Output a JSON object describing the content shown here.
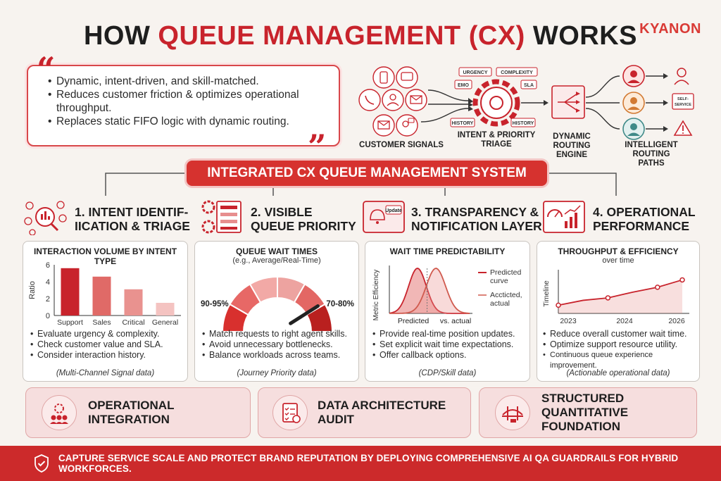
{
  "header": {
    "title_pre": "HOW ",
    "title_accent": "QUEUE MANAGEMENT (CX)",
    "title_post": " WORKS",
    "logo": "KYANON"
  },
  "intro": {
    "bullets": [
      "Dynamic, intent-driven, and skill-matched.",
      "Reduces customer friction & optimizes operational throughput.",
      "Replaces static FIFO logic with dynamic routing."
    ]
  },
  "process": {
    "signals_label": "CUSTOMER SIGNALS",
    "triage_label": "INTENT & PRIORITY TRIAGE",
    "routing_label": "DYNAMIC ROUTING ENGINE",
    "paths_label": "INTELLIGENT ROUTING PATHS",
    "tags": [
      "URGENCY",
      "COMPLEXITY",
      "EMO",
      "SLA",
      "HISTORY",
      "HISTORY"
    ],
    "self_service": "SELF-SERVICE"
  },
  "banner": "INTEGRATED CX QUEUE MANAGEMENT SYSTEM",
  "columns": [
    {
      "heading_1": "1. INTENT IDENTIF-",
      "heading_2": "IICATION & TRIAGE",
      "panel_title": "INTERACTION VOLUME BY INTENT TYPE",
      "bullets": [
        "Evaluate urgency & complexity.",
        "Check customer value and SLA.",
        "Consider interaction history."
      ],
      "footnote": "(Multi-Channel Signal data)"
    },
    {
      "heading_1": "2. VISIBLE",
      "heading_2": "QUEUE PRIORITY",
      "panel_title": "QUEUE WAIT TIMES",
      "panel_subtitle": "(e.g., Average/Real-Time)",
      "left_label": "90-95%",
      "right_label": "70-80%",
      "bullets": [
        "Match requests to right agent skills.",
        "Avoid unnecessary bottlenecks.",
        "Balance workloads across teams."
      ],
      "footnote": "(Journey Priority data)"
    },
    {
      "heading_1": "3. TRANSPARENCY &",
      "heading_2": "NOTIFICATION LAYER",
      "icon_text": "Update",
      "panel_title": "WAIT TIME PREDICTABILITY",
      "bullets": [
        "Provide real-time position updates.",
        "Set explicit wait time expectations.",
        "Offer callback options."
      ],
      "footnote": "(CDP/Skill data)"
    },
    {
      "heading_1": "4. OPERATIONAL",
      "heading_2": "PERFORMANCE",
      "panel_title": "THROUGHPUT & EFFICIENCY",
      "panel_subtitle": "over time",
      "bullets": [
        "Reduce overall customer wait time.",
        "Optimize support resource utility.",
        "Continuous queue experience improvement."
      ],
      "footnote": "(Actionable operational data)"
    }
  ],
  "bottom": [
    {
      "label": "OPERATIONAL INTEGRATION"
    },
    {
      "label": "DATA ARCHITECTURE AUDIT"
    },
    {
      "label": "STRUCTURED QUANTITATIVE FOUNDATION"
    }
  ],
  "footer": "CAPTURE SERVICE SCALE AND PROTECT BRAND REPUTATION BY DEPLOYING COMPREHENSIVE AI QA GUARDRAILS FOR HYBRID WORKFORCES.",
  "colors": {
    "accent": "#c8232c",
    "banner": "#d6322f",
    "panel_border": "#c9c4bf",
    "bottom_fill": "#f6dede"
  },
  "chart_data": [
    {
      "type": "bar",
      "title": "INTERACTION VOLUME BY INTENT TYPE",
      "categories": [
        "Support",
        "Sales",
        "Critical",
        "General"
      ],
      "values": [
        5.6,
        4.6,
        3.1,
        1.5
      ],
      "ylabel": "Ratio",
      "ylim": [
        0,
        6
      ],
      "yticks": [
        0,
        2,
        4,
        6
      ]
    },
    {
      "type": "gauge",
      "title": "QUEUE WAIT TIMES",
      "subtitle": "(e.g., Average/Real-Time)",
      "segments": 6,
      "needle_fraction": 0.82,
      "labels": [
        "90-95%",
        "70-80%"
      ]
    },
    {
      "type": "area",
      "title": "WAIT TIME PREDICTABILITY",
      "ylabel": "Metric Efficiency",
      "xlabels": [
        "Predicted",
        "vs. actual"
      ],
      "series": [
        {
          "name": "Predicted curve",
          "peak": 0.35,
          "width": 0.22
        },
        {
          "name": "Accticted, actual",
          "peak": 0.58,
          "width": 0.24
        }
      ]
    },
    {
      "type": "line",
      "title": "THROUGHPUT & EFFICIENCY",
      "subtitle": "over time",
      "ylabel": "Timeline",
      "xticks": [
        "2023",
        "2024",
        "2026"
      ],
      "x": [
        0,
        1,
        2,
        3,
        4,
        5
      ],
      "values": [
        1.0,
        1.6,
        1.9,
        2.6,
        3.2,
        4.1
      ],
      "ylim": [
        0,
        5
      ]
    }
  ]
}
